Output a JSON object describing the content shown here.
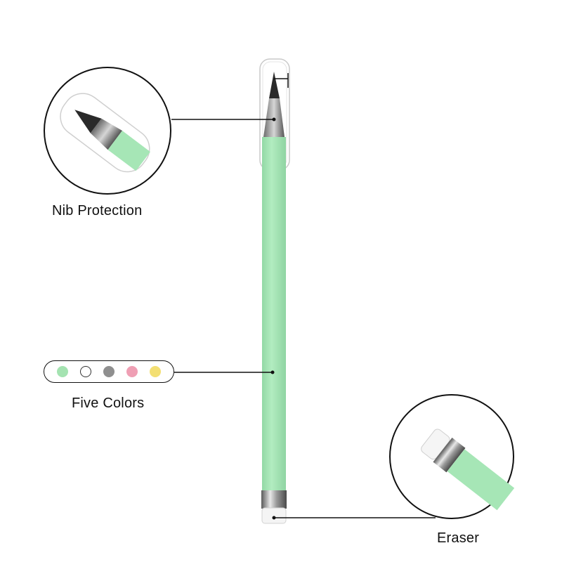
{
  "labels": {
    "nib": "Nib Protection",
    "colors": "Five Colors",
    "eraser": "Eraser"
  },
  "colors": {
    "pen_body": "#a6e6b6",
    "pen_body_shade": "#8fd6a3",
    "graphite": "#2a2a2a",
    "metal": "#b9b9b9",
    "cap": "#f3f3f3"
  },
  "swatches": [
    {
      "name": "green",
      "hex": "#a4e3b1"
    },
    {
      "name": "white",
      "hex": "#ffffff"
    },
    {
      "name": "gray",
      "hex": "#8f8f8f"
    },
    {
      "name": "pink",
      "hex": "#ef9fb4"
    },
    {
      "name": "yellow",
      "hex": "#f3df73"
    }
  ]
}
